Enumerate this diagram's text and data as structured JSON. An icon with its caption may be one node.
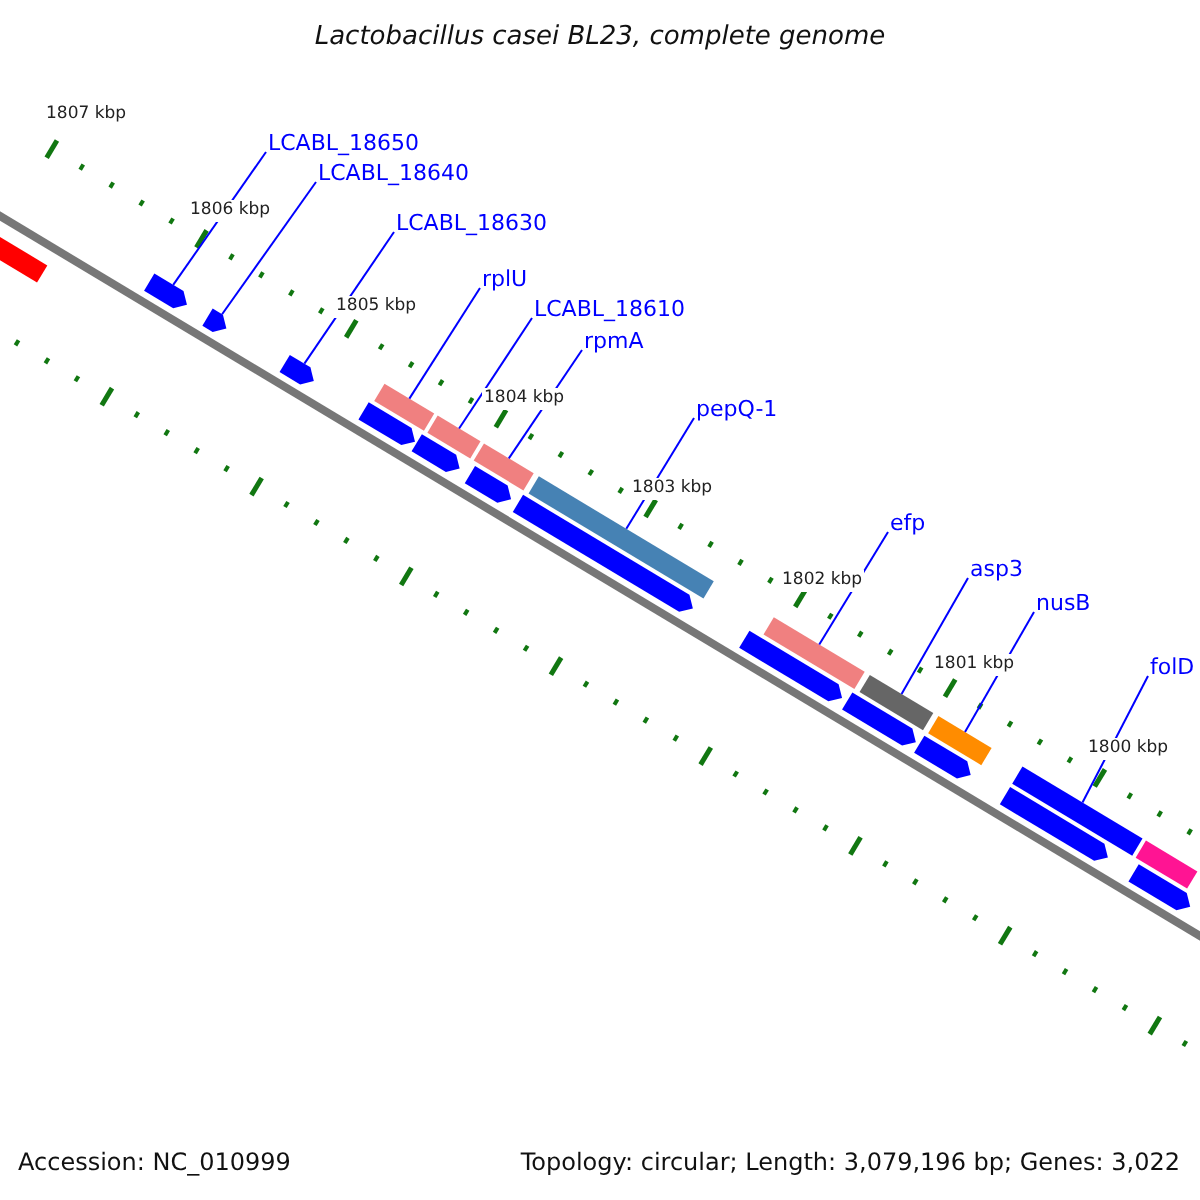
{
  "diagram": {
    "title": "Lactobacillus casei BL23, complete genome",
    "nodes": [
      {
        "text": [
          "LCABL_18650"
        ]
      },
      {
        "text": [
          "LCABL_18640"
        ]
      },
      {
        "text": [
          "LCABL_18630"
        ]
      },
      {
        "text": [
          "rplU"
        ]
      },
      {
        "text": [
          "LCABL_18610"
        ]
      },
      {
        "text": [
          "rpmA"
        ]
      },
      {
        "text": [
          "pepQ-1"
        ]
      },
      {
        "text": [
          "efp"
        ]
      },
      {
        "text": [
          "asp3"
        ]
      },
      {
        "text": [
          "nusB"
        ]
      },
      {
        "text": [
          "folD"
        ]
      },
      {
        "text": [],
        "shape": "bar"
      },
      {
        "text": [],
        "shape": "bar"
      },
      {
        "text": [],
        "shape": "bar"
      },
      {
        "text": [],
        "shape": "bar"
      },
      {
        "text": [],
        "shape": "bar"
      },
      {
        "text": [],
        "shape": "bar"
      },
      {
        "text": [],
        "shape": "bar"
      },
      {
        "text": [],
        "shape": "bar"
      },
      {
        "text": [],
        "shape": "bar"
      },
      {
        "text": [],
        "shape": "bar"
      },
      {
        "text": [],
        "shape": "bar"
      },
      {
        "text": [],
        "shape": "bar"
      },
      {
        "text": [],
        "shape": "bar"
      },
      {
        "text": [],
        "shape": "bar"
      },
      {
        "text": [],
        "shape": "bar"
      },
      {
        "text": [],
        "shape": "bar"
      },
      {
        "text": [],
        "shape": "bar"
      },
      {
        "text": [],
        "shape": "bar"
      },
      {
        "text": [],
        "shape": "bar"
      },
      {
        "text": [],
        "shape": "bar"
      },
      {
        "text": [],
        "shape": "bar"
      },
      {
        "text": [],
        "shape": "bar"
      }
    ],
    "edges": [
      {
        "from": 0,
        "to": 12,
        "arrow": "none"
      },
      {
        "from": 1,
        "to": 13,
        "arrow": "none"
      },
      {
        "from": 2,
        "to": 14,
        "arrow": "none"
      },
      {
        "from": 3,
        "to": 15,
        "arrow": "none"
      },
      {
        "from": 4,
        "to": 17,
        "arrow": "none"
      },
      {
        "from": 5,
        "to": 19,
        "arrow": "none"
      },
      {
        "from": 6,
        "to": 21,
        "arrow": "none"
      },
      {
        "from": 7,
        "to": 23,
        "arrow": "none"
      },
      {
        "from": 8,
        "to": 25,
        "arrow": "none"
      },
      {
        "from": 9,
        "to": 27,
        "arrow": "none"
      },
      {
        "from": 10,
        "to": 29,
        "arrow": "none"
      }
    ],
    "labels": [
      "1807 kbp",
      "1806 kbp",
      "1805 kbp",
      "1804 kbp",
      "1803 kbp",
      "1802 kbp",
      "1801 kbp",
      "1800 kbp",
      "Accession: NC_010999",
      "Topology: circular; Length: 3,079,196 bp; Genes: 3,022"
    ]
  }
}
